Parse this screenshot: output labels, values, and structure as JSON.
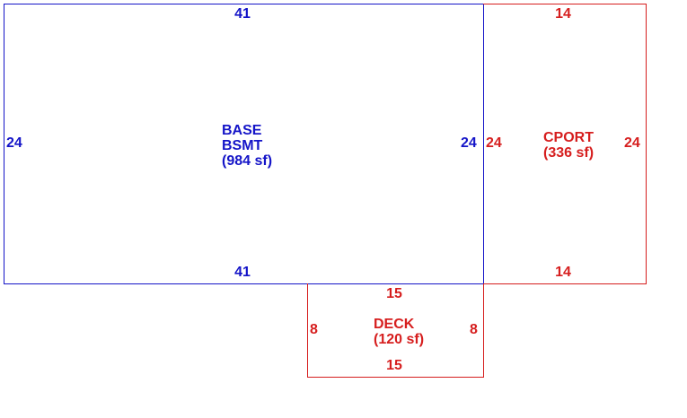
{
  "colors": {
    "base": "#1414c8",
    "addition": "#d61e1e"
  },
  "areas": {
    "base": {
      "name_line1": "BASE",
      "name_line2": "BSMT",
      "area": "(984 sf)",
      "top": "41",
      "bottom": "41",
      "left": "24",
      "right": "24"
    },
    "cport": {
      "name": "CPORT",
      "area": "(336 sf)",
      "top": "14",
      "bottom": "14",
      "left": "24",
      "right": "24"
    },
    "deck": {
      "name": "DECK",
      "area": "(120 sf)",
      "top": "15",
      "bottom": "15",
      "left": "8",
      "right": "8"
    }
  }
}
